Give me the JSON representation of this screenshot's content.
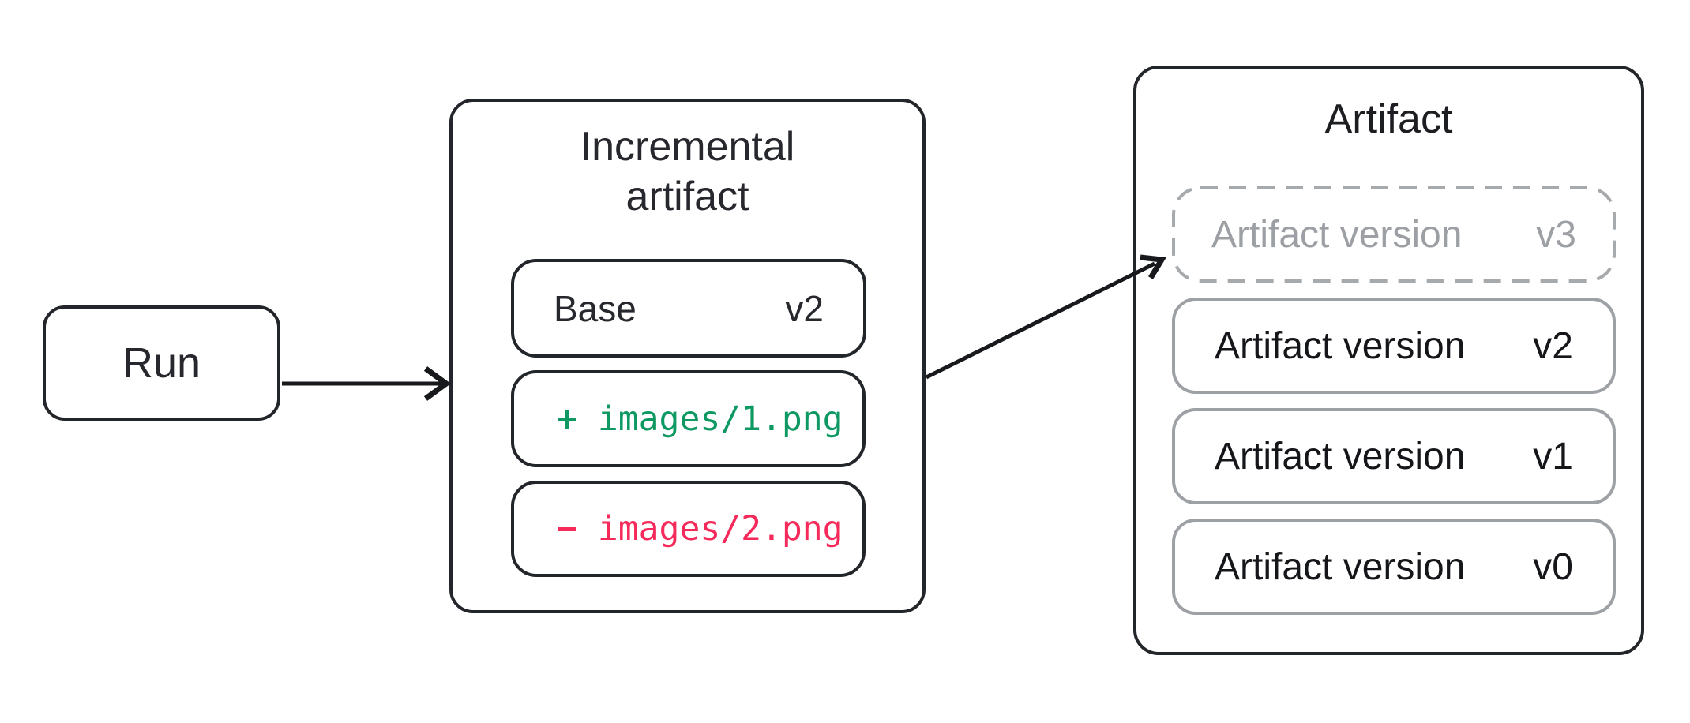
{
  "run": {
    "label": "Run"
  },
  "incremental": {
    "title_lines": [
      "Incremental",
      "artifact"
    ],
    "base_row": {
      "label": "Base",
      "version": "v2"
    },
    "diff_rows": [
      {
        "sign": "+",
        "path": "images/1.png",
        "change": "added"
      },
      {
        "sign": "−",
        "path": "images/2.png",
        "change": "removed"
      }
    ]
  },
  "artifact": {
    "title": "Artifact",
    "versions": [
      {
        "label": "Artifact version",
        "version": "v3",
        "style": "dashed"
      },
      {
        "label": "Artifact version",
        "version": "v2",
        "style": "solid"
      },
      {
        "label": "Artifact version",
        "version": "v1",
        "style": "solid"
      },
      {
        "label": "Artifact version",
        "version": "v0",
        "style": "solid"
      }
    ]
  },
  "colors": {
    "outline_dark": "#22252a",
    "outline_gray": "#9da1a6",
    "muted_text": "#9ca0a5",
    "added_green": "#0e9963",
    "removed_red": "#f52a5b",
    "arrow": "#17191c"
  }
}
